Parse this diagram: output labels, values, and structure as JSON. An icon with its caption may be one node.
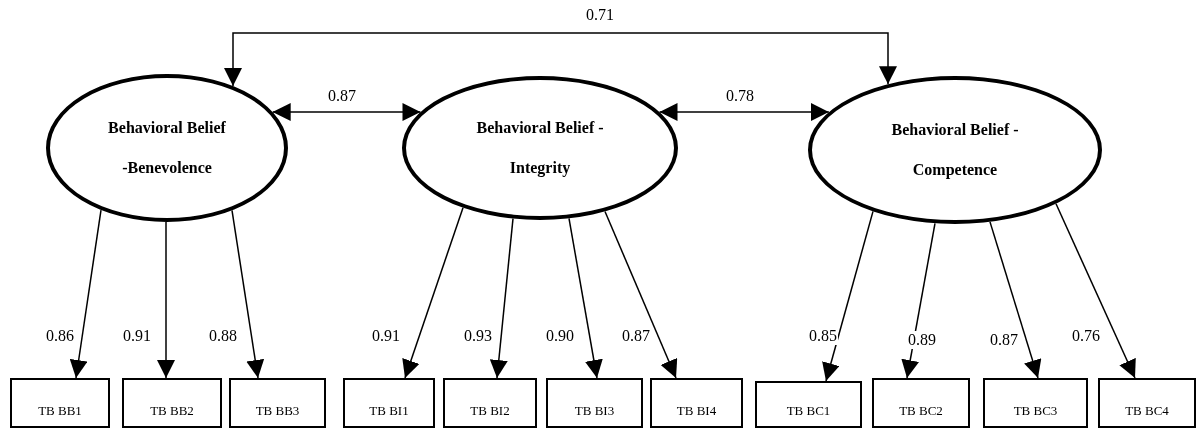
{
  "diagram": {
    "nodes": [
      {
        "text": [
          "Behavioral Belief -Benevolence"
        ]
      },
      {
        "text": [
          "Behavioral Belief - Integrity"
        ]
      },
      {
        "text": [
          "Behavioral Belief - Competence"
        ]
      },
      {
        "text": [
          "TB BB1"
        ]
      },
      {
        "text": [
          "TB BB2"
        ]
      },
      {
        "text": [
          "TB BB3"
        ]
      },
      {
        "text": [
          "TB BI1"
        ]
      },
      {
        "text": [
          "TB BI2"
        ]
      },
      {
        "text": [
          "TB BI3"
        ]
      },
      {
        "text": [
          "TB BI4"
        ]
      },
      {
        "text": [
          "TB BC1"
        ]
      },
      {
        "text": [
          "TB BC2"
        ]
      },
      {
        "text": [
          "TB BC3"
        ]
      },
      {
        "text": [
          "TB BC4"
        ]
      }
    ],
    "edges": [
      {
        "from": 0,
        "to": 2,
        "arrow": "both",
        "label": "0.71"
      },
      {
        "from": 0,
        "to": 1,
        "arrow": "both",
        "label": "0.87"
      },
      {
        "from": 1,
        "to": 2,
        "arrow": "both",
        "label": "0.78"
      },
      {
        "from": 0,
        "to": 3,
        "arrow": "to",
        "label": "0.86"
      },
      {
        "from": 0,
        "to": 4,
        "arrow": "to",
        "label": "0.91"
      },
      {
        "from": 0,
        "to": 5,
        "arrow": "to",
        "label": "0.88"
      },
      {
        "from": 1,
        "to": 6,
        "arrow": "to",
        "label": "0.91"
      },
      {
        "from": 1,
        "to": 7,
        "arrow": "to",
        "label": "0.93"
      },
      {
        "from": 1,
        "to": 8,
        "arrow": "to",
        "label": "0.90"
      },
      {
        "from": 1,
        "to": 9,
        "arrow": "to",
        "label": "0.87"
      },
      {
        "from": 2,
        "to": 10,
        "arrow": "to",
        "label": "0.85"
      },
      {
        "from": 2,
        "to": 11,
        "arrow": "to",
        "label": "0.89"
      },
      {
        "from": 2,
        "to": 12,
        "arrow": "to",
        "label": "0.87"
      },
      {
        "from": 2,
        "to": 13,
        "arrow": "to",
        "label": "0.76"
      }
    ]
  }
}
